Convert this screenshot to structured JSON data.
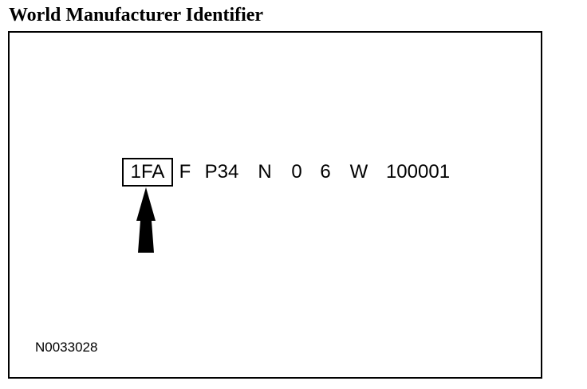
{
  "title": "World Manufacturer Identifier",
  "vin": {
    "segments": [
      "1FA",
      "F",
      "P34",
      "N",
      "0",
      "6",
      "W",
      "100001"
    ],
    "highlighted_segment": "1FA"
  },
  "reference_code": "N0033028"
}
